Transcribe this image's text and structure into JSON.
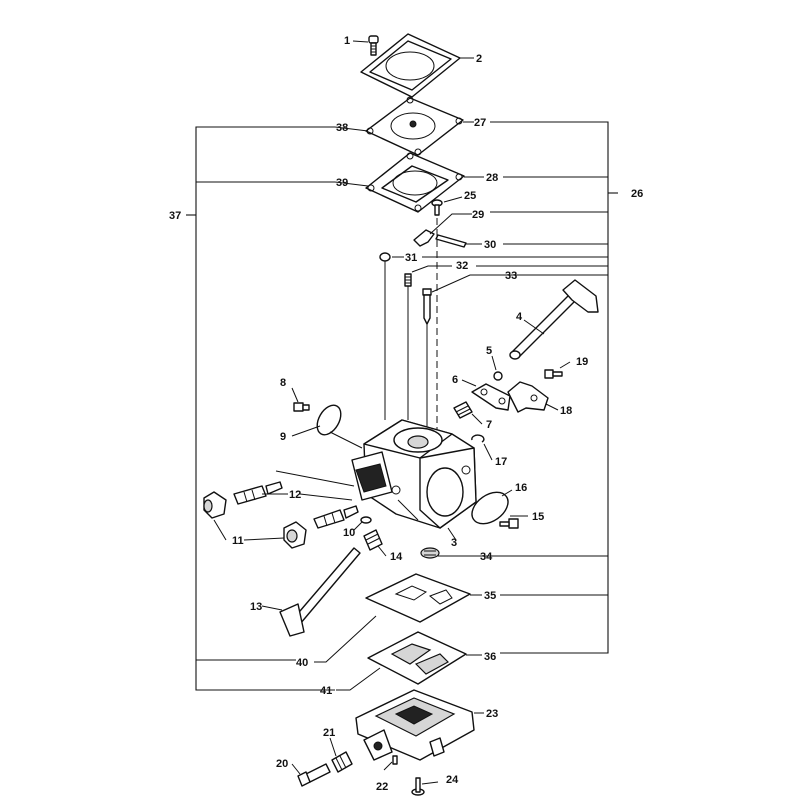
{
  "callouts": [
    {
      "id": "1",
      "label": "1"
    },
    {
      "id": "2",
      "label": "2"
    },
    {
      "id": "3",
      "label": "3"
    },
    {
      "id": "4",
      "label": "4"
    },
    {
      "id": "5",
      "label": "5"
    },
    {
      "id": "6",
      "label": "6"
    },
    {
      "id": "7",
      "label": "7"
    },
    {
      "id": "8",
      "label": "8"
    },
    {
      "id": "9",
      "label": "9"
    },
    {
      "id": "10",
      "label": "10"
    },
    {
      "id": "11",
      "label": "11"
    },
    {
      "id": "12",
      "label": "12"
    },
    {
      "id": "13",
      "label": "13"
    },
    {
      "id": "14",
      "label": "14"
    },
    {
      "id": "15",
      "label": "15"
    },
    {
      "id": "16",
      "label": "16"
    },
    {
      "id": "17",
      "label": "17"
    },
    {
      "id": "18",
      "label": "18"
    },
    {
      "id": "19",
      "label": "19"
    },
    {
      "id": "20",
      "label": "20"
    },
    {
      "id": "21",
      "label": "21"
    },
    {
      "id": "22",
      "label": "22"
    },
    {
      "id": "23",
      "label": "23"
    },
    {
      "id": "24",
      "label": "24"
    },
    {
      "id": "25",
      "label": "25"
    },
    {
      "id": "26",
      "label": "26"
    },
    {
      "id": "27",
      "label": "27"
    },
    {
      "id": "28",
      "label": "28"
    },
    {
      "id": "29",
      "label": "29"
    },
    {
      "id": "30",
      "label": "30"
    },
    {
      "id": "31",
      "label": "31"
    },
    {
      "id": "32",
      "label": "32"
    },
    {
      "id": "33",
      "label": "33"
    },
    {
      "id": "34",
      "label": "34"
    },
    {
      "id": "35",
      "label": "35"
    },
    {
      "id": "36",
      "label": "36"
    },
    {
      "id": "37",
      "label": "37"
    },
    {
      "id": "38",
      "label": "38"
    },
    {
      "id": "39",
      "label": "39"
    },
    {
      "id": "40",
      "label": "40"
    },
    {
      "id": "41",
      "label": "41"
    }
  ]
}
